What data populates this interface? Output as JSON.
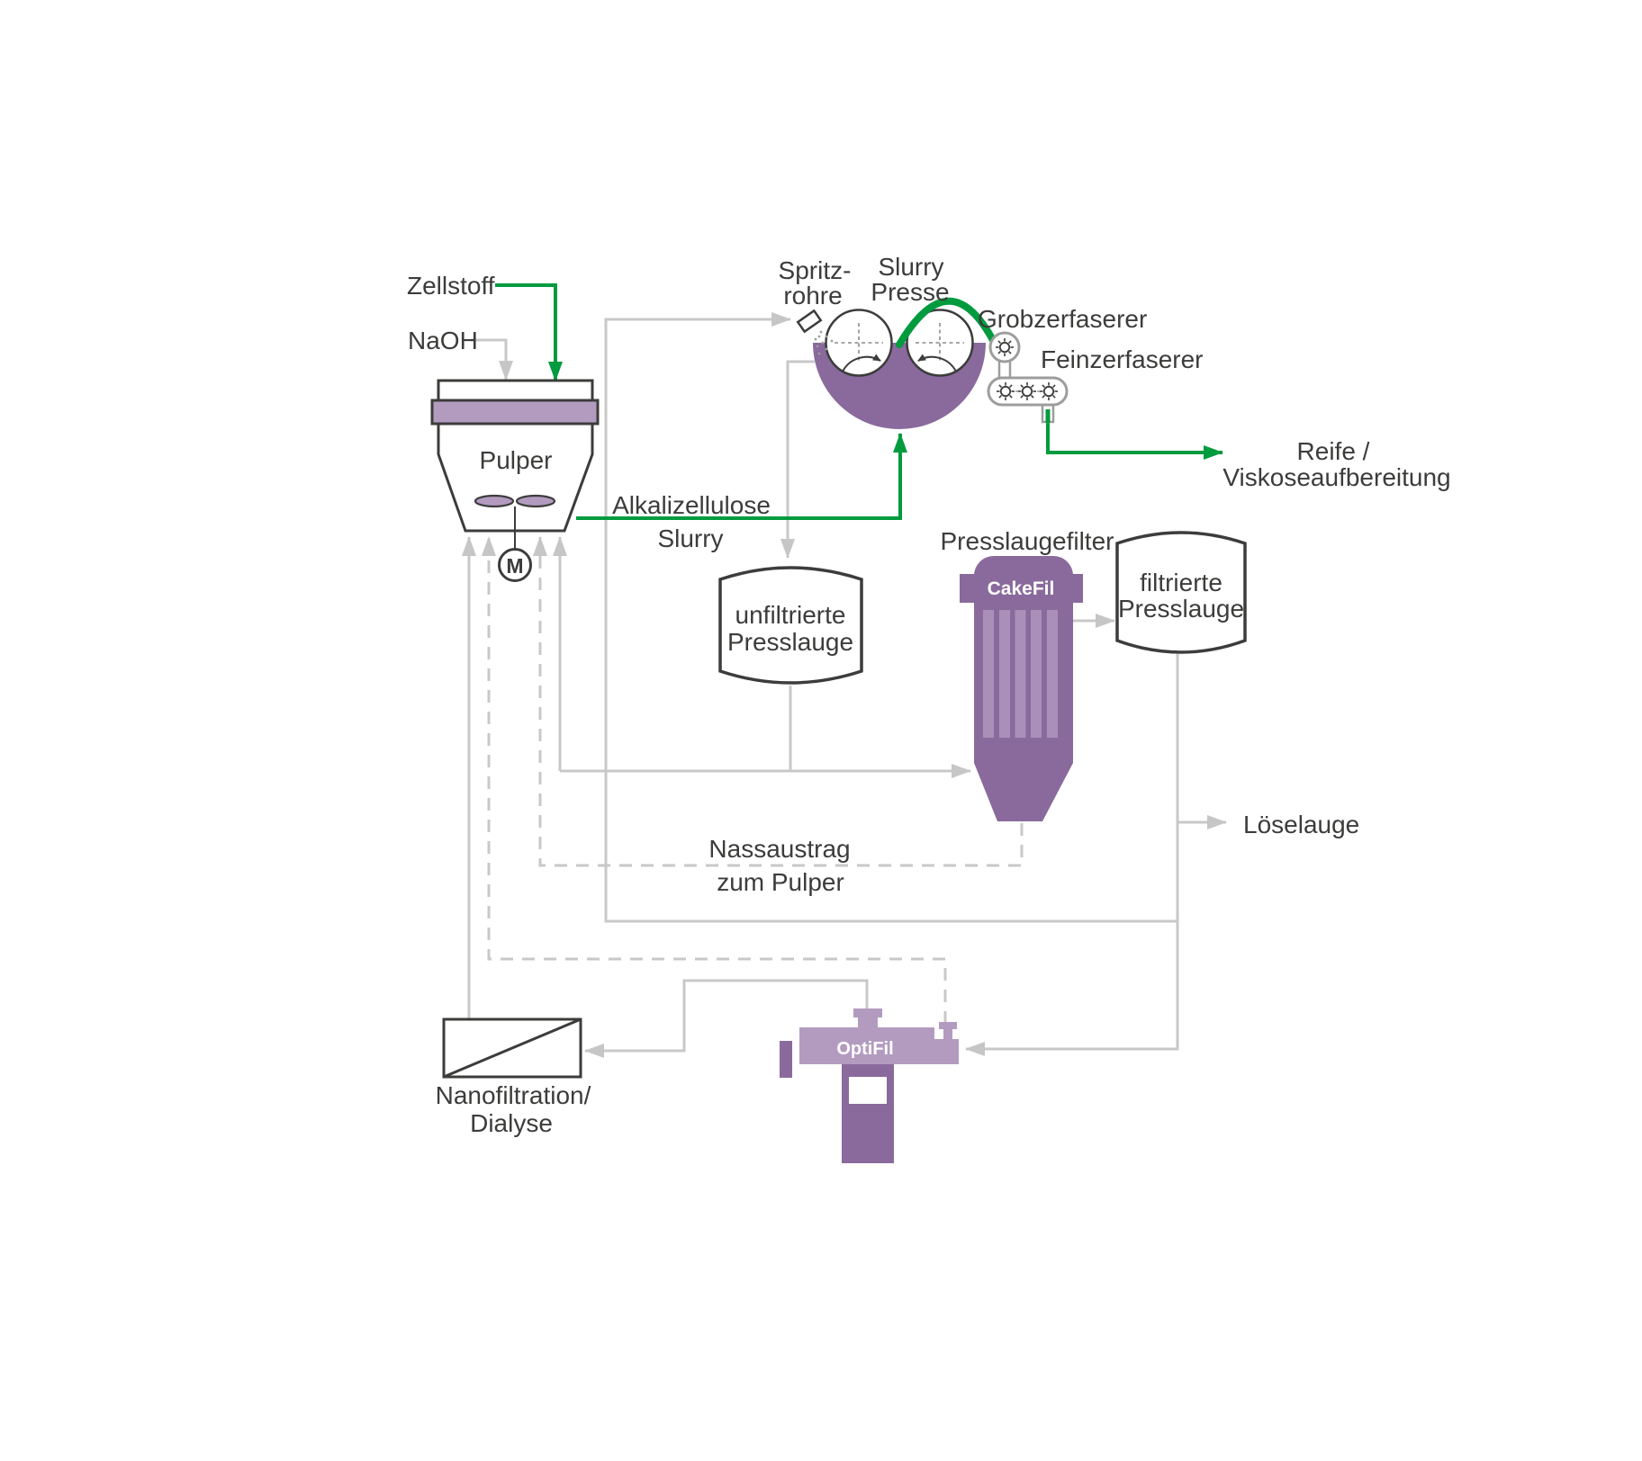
{
  "diagram": {
    "title_hint": "Alkalizellulose / Viskose Prozessschema",
    "labels": {
      "zellstoff": "Zellstoff",
      "naoh": "NaOH",
      "pulper": "Pulper",
      "motor": "M",
      "spritzrohre_line1": "Spritz-",
      "spritzrohre_line2": "rohre",
      "slurry_presse_line1": "Slurry",
      "slurry_presse_line2": "Presse",
      "grobzerfaserer": "Grobzerfaserer",
      "feinzerfaserer": "Feinzerfaserer",
      "reife_line1": "Reife /",
      "reife_line2": "Viskoseaufbereitung",
      "alkalizellulose_line1": "Alkalizellulose",
      "alkalizellulose_line2": "Slurry",
      "unfiltrierte_line1": "unfiltrierte",
      "unfiltrierte_line2": "Presslauge",
      "presslaugefilter": "Presslaugefilter",
      "cakefil": "CakeFil",
      "filtrierte_line1": "filtrierte",
      "filtrierte_line2": "Presslauge",
      "loeselauge": "Löselauge",
      "nassaustrag_line1": "Nassaustrag",
      "nassaustrag_line2": "zum Pulper",
      "nanofiltration_line1": "Nanofiltration/",
      "nanofiltration_line2": "Dialyse",
      "optifil": "OptiFil"
    },
    "colors": {
      "purple_dark": "#8a6a9c",
      "purple_light": "#b39bc0",
      "purple_stripe": "#aa90b8",
      "green": "#009b3e",
      "line_gray": "#c8c8c8",
      "outline_dark": "#3c3c3b",
      "device_gray": "#9d9d9c"
    }
  }
}
